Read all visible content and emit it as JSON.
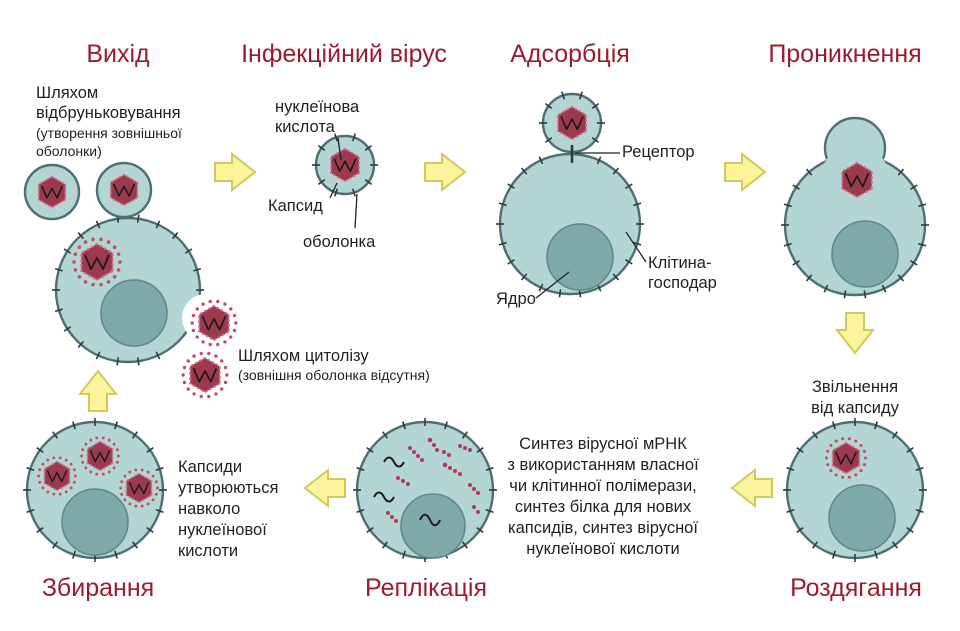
{
  "titles": {
    "exit": "Вихід",
    "infectious_virus": "Інфекційний вірус",
    "adsorption": "Адсорбція",
    "penetration": "Проникнення",
    "uncoating": "Роздягання",
    "replication": "Реплікація",
    "assembly": "Збирання"
  },
  "labels": {
    "budding_line1": "Шляхом",
    "budding_line2": "відбруньковування",
    "budding_note1": "(утворення зовнішньої",
    "budding_note2": "оболонки)",
    "nucleic_acid_line1": "нуклеїнова",
    "nucleic_acid_line2": "кислота",
    "capsid": "Капсид",
    "envelope": "оболонка",
    "receptor": "Рецептор",
    "host_cell_line1": "Клітина-",
    "host_cell_line2": "господар",
    "nucleus": "Ядро",
    "cytolysis_line1": "Шляхом цитолізу",
    "cytolysis_note": "(зовнішня оболонка відсутня)",
    "release_line1": "Звільнення",
    "release_line2": "від капсиду",
    "synthesis_line1": "Синтез вірусної мРНК",
    "synthesis_line2": "з використанням власної",
    "synthesis_line3": "чи клітинної полімерази,",
    "synthesis_line4": "синтез білка для нових",
    "synthesis_line5": "капсидів, синтез вірусної",
    "synthesis_line6": "нуклеїнової кислоти",
    "capsids_line1": "Капсиди",
    "capsids_line2": "утворюються",
    "capsids_line3": "навколо",
    "capsids_line4": "нуклеїнової",
    "capsids_line5": "кислоти"
  },
  "colors": {
    "title": "#9b1b30",
    "cell_fill": "#b3d6d5",
    "cell_stroke": "#4f6f74",
    "nucleus": "#7faaab",
    "capsid": "#9b3a4e",
    "capsid_dots": "#c14f68",
    "arrow": "#fbf49b"
  },
  "icons": {
    "arrow": "yellow-block-arrow",
    "virion": "hexagonal-capsid-with-squiggle",
    "cell": "host-cell-circle"
  }
}
